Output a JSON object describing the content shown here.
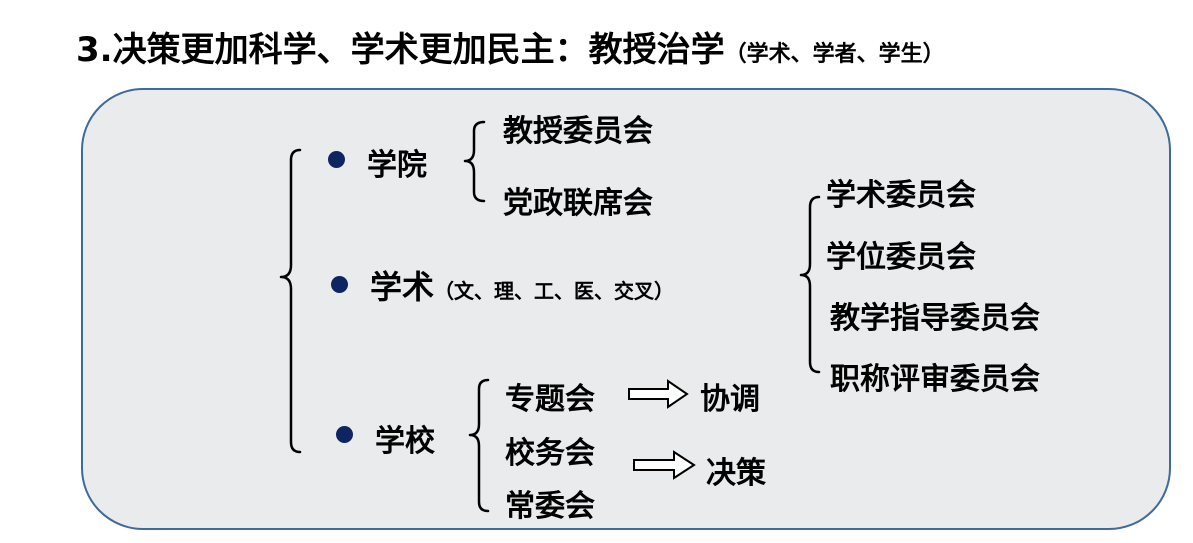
{
  "title": {
    "main": "3.决策更加科学、学术更加民主：教授治学",
    "sub": "（学术、学者、学生）"
  },
  "diagram": {
    "college": {
      "label": "学院",
      "children": [
        "教授委员会",
        "党政联席会"
      ]
    },
    "academic": {
      "label": "学术",
      "disciplines": "（文、理、工、医、交叉）",
      "children": [
        "学术委员会",
        "学位委员会",
        "教学指导委员会",
        "职称评审委员会"
      ]
    },
    "school": {
      "label": "学校",
      "children": [
        "专题会",
        "校务会",
        "常委会"
      ],
      "outcomes": [
        "协调",
        "决策"
      ]
    }
  },
  "colors": {
    "panel_fill": "#e9ebec",
    "panel_border": "#3f6b9a",
    "bullet": "#0d2561"
  }
}
